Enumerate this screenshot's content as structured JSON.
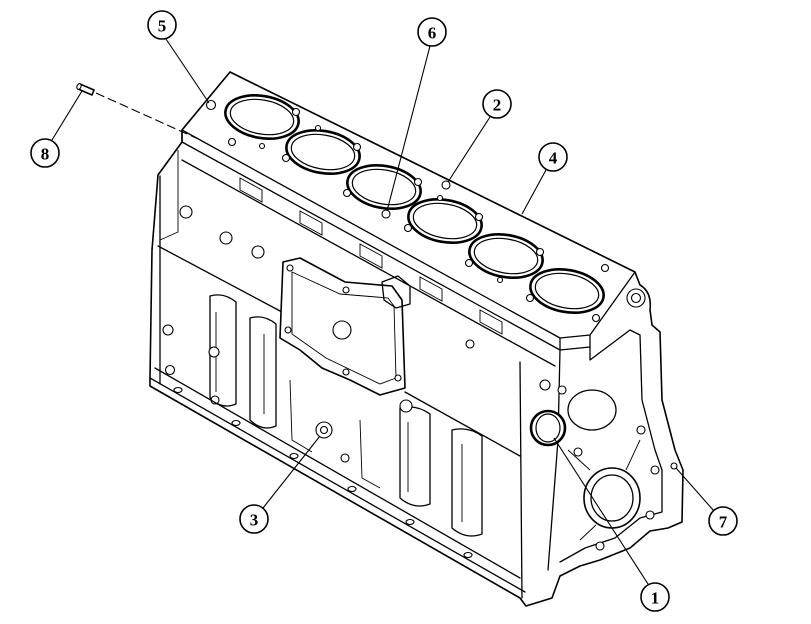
{
  "style": {
    "line_color": "#000000",
    "background": "#ffffff"
  },
  "callouts": [
    {
      "label": "1"
    },
    {
      "label": "2"
    },
    {
      "label": "3"
    },
    {
      "label": "4"
    },
    {
      "label": "5"
    },
    {
      "label": "6"
    },
    {
      "label": "7"
    },
    {
      "label": "8"
    }
  ]
}
